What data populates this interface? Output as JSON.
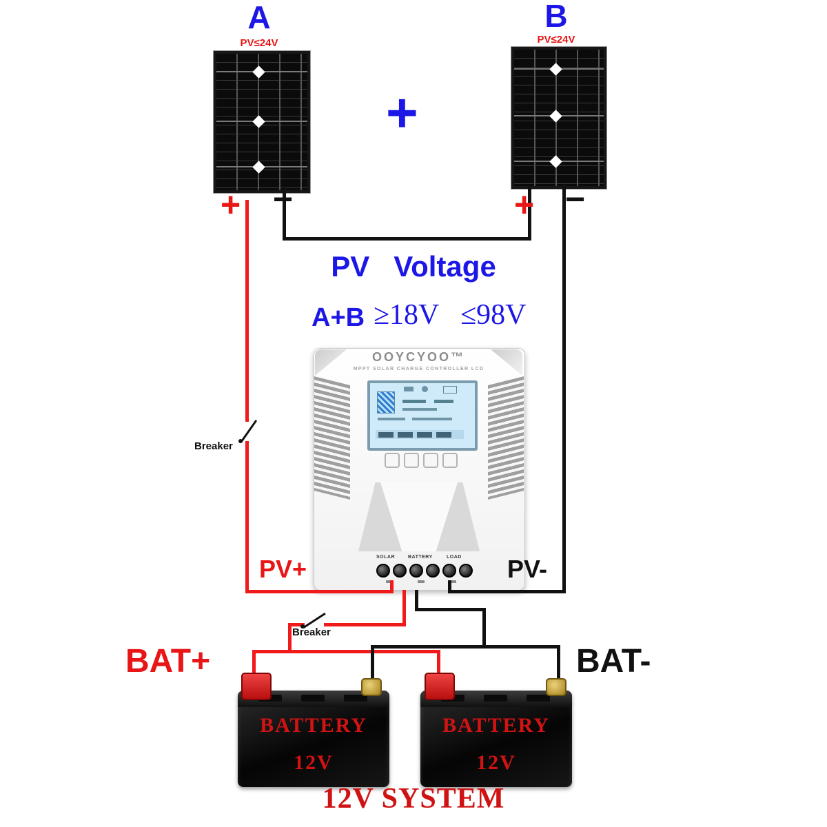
{
  "colors": {
    "label_blue": "#1c16e6",
    "label_red": "#e81616",
    "wire_red": "#f01a1a",
    "wire_black": "#111111",
    "battery_text_red": "#d31313",
    "lcd_blue": "#cfeaf9"
  },
  "panels": {
    "a_label": "A",
    "a_rating": "PV≤24V",
    "b_label": "B",
    "b_rating": "PV≤24V",
    "series_plus": "+",
    "a_plus": "+",
    "a_minus": "−",
    "b_plus": "+",
    "b_minus": "−"
  },
  "pv": {
    "title": "PV   Voltage",
    "range_prefix": "A+B",
    "range_values": "≥18V   ≤98V",
    "pv_plus": "PV+",
    "pv_minus": "PV-"
  },
  "breaker1": {
    "label": "Breaker"
  },
  "breaker2": {
    "label": "Breaker"
  },
  "controller": {
    "brand": "OOYCYOO™",
    "subtitle": "MPPT SOLAR CHARGE CONTROLLER LCD",
    "terminals": [
      "SOLAR",
      "BATTERY",
      "LOAD"
    ]
  },
  "battery_bank": {
    "bat_plus": "BAT+",
    "bat_minus": "BAT-",
    "system_label": "12V SYSTEM",
    "batteries": [
      {
        "name": "BATTERY",
        "voltage": "12V"
      },
      {
        "name": "BATTERY",
        "voltage": "12V"
      }
    ]
  }
}
